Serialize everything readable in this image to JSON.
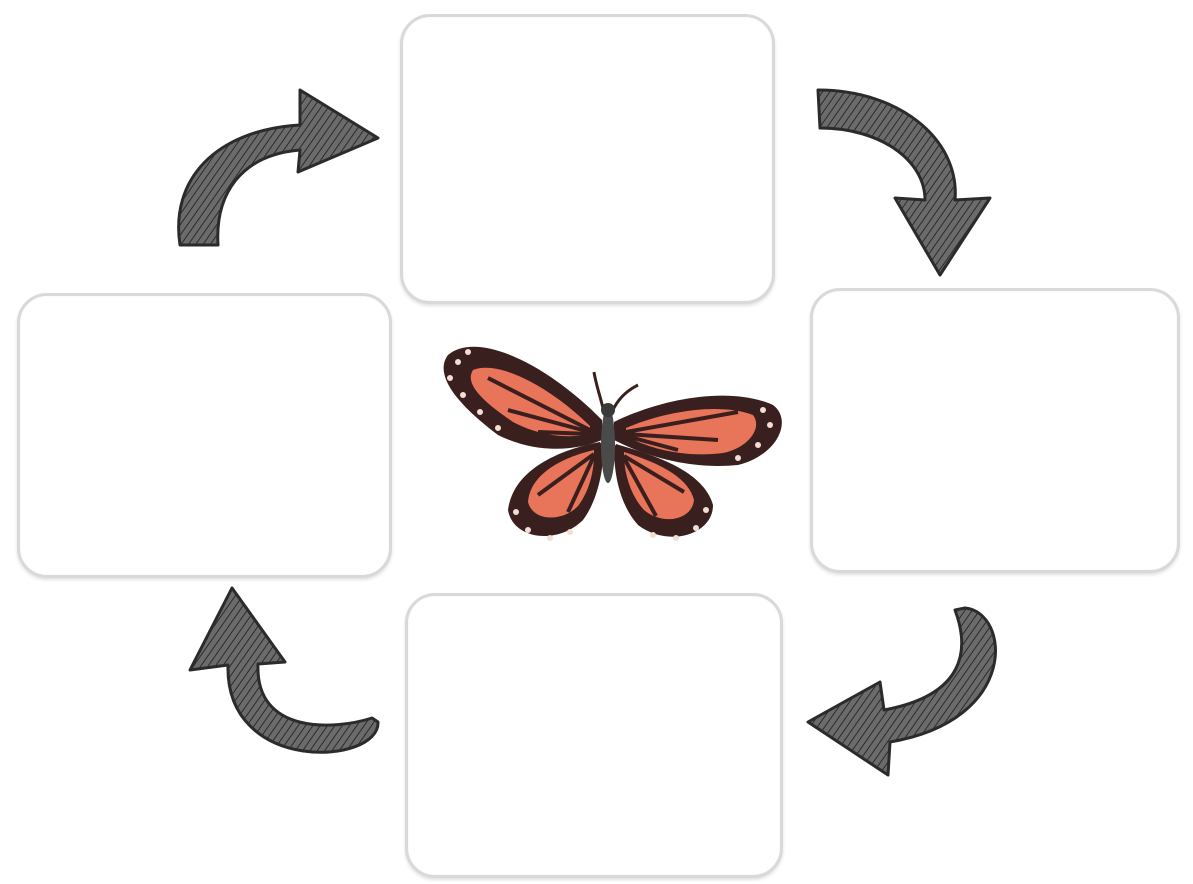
{
  "diagram": {
    "type": "life-cycle",
    "stage_boxes": [
      {
        "id": "top",
        "label": ""
      },
      {
        "id": "right",
        "label": ""
      },
      {
        "id": "bottom",
        "label": ""
      },
      {
        "id": "left",
        "label": ""
      }
    ],
    "center_image": "butterfly-icon",
    "arrow_direction": "clockwise",
    "colors": {
      "arrow_fill": "#5a5a5a",
      "arrow_hatch": "#2b2b2b",
      "box_border": "#d9d9d9",
      "wing_orange": "#e8745a",
      "wing_dark": "#3a1f1f",
      "wing_dots": "#f3ded4"
    }
  }
}
